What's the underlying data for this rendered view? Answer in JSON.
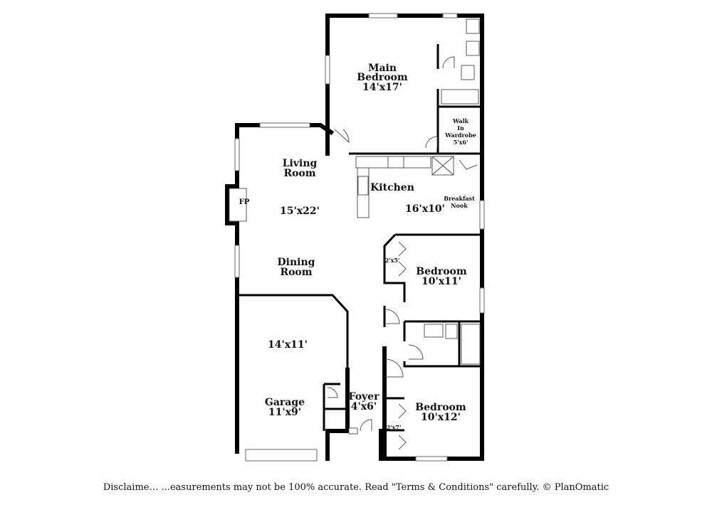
{
  "rooms": {
    "main_bedroom": {
      "name_line1": "Main",
      "name_line2": "Bedroom",
      "size": "14'x17'"
    },
    "walk_in_wardrobe": {
      "name_line1": "Walk",
      "name_line2": "In",
      "name_line3": "Wardrobe",
      "size": "5'x6'"
    },
    "living_room": {
      "name_line1": "Living",
      "name_line2": "Room",
      "size": "15'x22'"
    },
    "fireplace": {
      "label": "FP"
    },
    "kitchen": {
      "name": "Kitchen",
      "size": "16'x10'"
    },
    "breakfast_nook": {
      "name_line1": "Breakfast",
      "name_line2": "Nook"
    },
    "dining_room": {
      "name_line1": "Dining",
      "name_line2": "Room"
    },
    "bedroom_2": {
      "name": "Bedroom",
      "size": "10'x11'",
      "closet": "2'x5'"
    },
    "garage": {
      "size_upper": "14'x11'",
      "name": "Garage",
      "size": "11'x9'"
    },
    "foyer": {
      "name": "Foyer",
      "size": "4'x6'"
    },
    "bedroom_3": {
      "name": "Bedroom",
      "size": "10'x12'",
      "closet": "2'x7'"
    }
  },
  "disclaimer": "Disclaime… ...easurements may not be 100% accurate. Read \"Terms & Conditions\" carefully. © PlanOmatic"
}
